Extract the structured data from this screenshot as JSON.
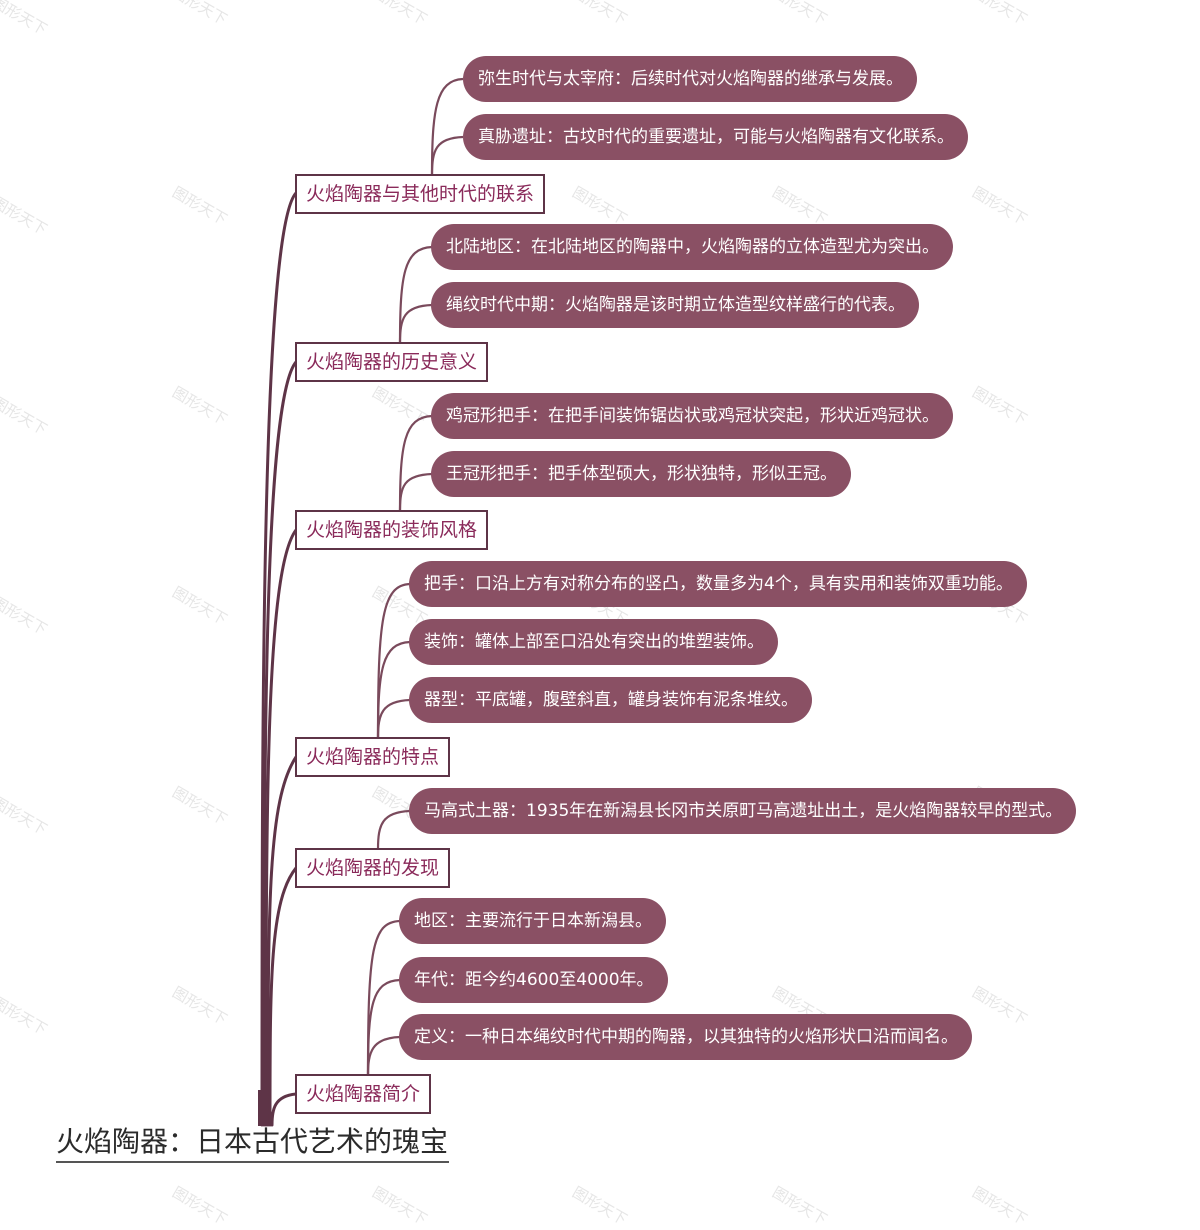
{
  "root": {
    "title": "火焰陶器：日本古代艺术的瑰宝"
  },
  "watermark_text": "图形天下",
  "colors": {
    "trunk": "#5e3447",
    "branch_border": "#5e3447",
    "branch_text": "#8a2a5a",
    "leaf_fill": "#8a5064",
    "leaf_text": "#ffffff",
    "connector": "#7a4a5c"
  },
  "branches": [
    {
      "label": "火焰陶器与其他时代的联系",
      "children": [
        "弥生时代与太宰府：后续时代对火焰陶器的继承与发展。",
        "真胁遗址：古坟时代的重要遗址，可能与火焰陶器有文化联系。"
      ]
    },
    {
      "label": "火焰陶器的历史意义",
      "children": [
        "北陆地区：在北陆地区的陶器中，火焰陶器的立体造型尤为突出。",
        "绳纹时代中期：火焰陶器是该时期立体造型纹样盛行的代表。"
      ]
    },
    {
      "label": "火焰陶器的装饰风格",
      "children": [
        "鸡冠形把手：在把手间装饰锯齿状或鸡冠状突起，形状近鸡冠状。",
        "王冠形把手：把手体型硕大，形状独特，形似王冠。"
      ]
    },
    {
      "label": "火焰陶器的特点",
      "children": [
        "把手：口沿上方有对称分布的竖凸，数量多为4个，具有实用和装饰双重功能。",
        "装饰：罐体上部至口沿处有突出的堆塑装饰。",
        "器型：平底罐，腹壁斜直，罐身装饰有泥条堆纹。"
      ]
    },
    {
      "label": "火焰陶器的发现",
      "children": [
        "马高式土器：1935年在新潟县长冈市关原町马高遗址出土，是火焰陶器较早的型式。"
      ]
    },
    {
      "label": "火焰陶器简介",
      "children": [
        "地区：主要流行于日本新潟县。",
        "年代：距今约4600至4000年。",
        "定义：一种日本绳纹时代中期的陶器，以其独特的火焰形状口沿而闻名。"
      ]
    }
  ]
}
